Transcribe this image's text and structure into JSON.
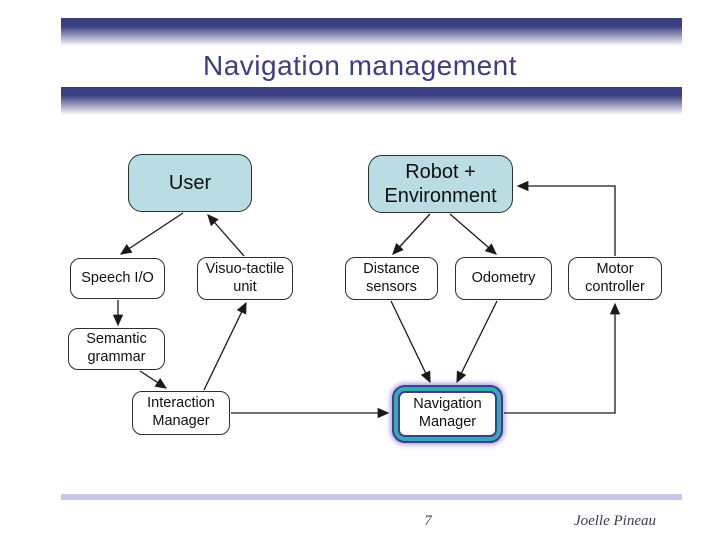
{
  "slide": {
    "title": "Navigation management",
    "page_number": "7",
    "author": "Joelle Pineau"
  },
  "colors": {
    "title_text": "#3a3f82",
    "bar_navy": "#3b3f82",
    "footer_bar": "#c5c6e8",
    "accent_fill": "#b9dde2",
    "nav_ring": "#35aab6",
    "nav_border": "#3b3e8f",
    "arrow": "#1a1a1a"
  },
  "diagram": {
    "nodes": {
      "user": {
        "label": "User"
      },
      "robot_env": {
        "label": "Robot +\nEnvironment"
      },
      "speech_io": {
        "label": "Speech I/O"
      },
      "visuo_tactile": {
        "label": "Visuo-tactile\nunit"
      },
      "distance_sensors": {
        "label": "Distance\nsensors"
      },
      "odometry": {
        "label": "Odometry"
      },
      "motor_controller": {
        "label": "Motor\ncontroller"
      },
      "semantic_grammar": {
        "label": "Semantic\ngrammar"
      },
      "interaction_manager": {
        "label": "Interaction\nManager"
      },
      "navigation_manager": {
        "label": "Navigation\nManager"
      }
    },
    "edges": [
      {
        "from": "user",
        "to": "speech_io"
      },
      {
        "from": "visuo_tactile",
        "to": "user"
      },
      {
        "from": "robot_env",
        "to": "distance_sensors"
      },
      {
        "from": "robot_env",
        "to": "odometry"
      },
      {
        "from": "motor_controller",
        "to": "robot_env"
      },
      {
        "from": "speech_io",
        "to": "semantic_grammar"
      },
      {
        "from": "semantic_grammar",
        "to": "interaction_manager"
      },
      {
        "from": "interaction_manager",
        "to": "visuo_tactile"
      },
      {
        "from": "distance_sensors",
        "to": "navigation_manager"
      },
      {
        "from": "odometry",
        "to": "navigation_manager"
      },
      {
        "from": "interaction_manager",
        "to": "navigation_manager"
      },
      {
        "from": "navigation_manager",
        "to": "motor_controller"
      }
    ]
  }
}
